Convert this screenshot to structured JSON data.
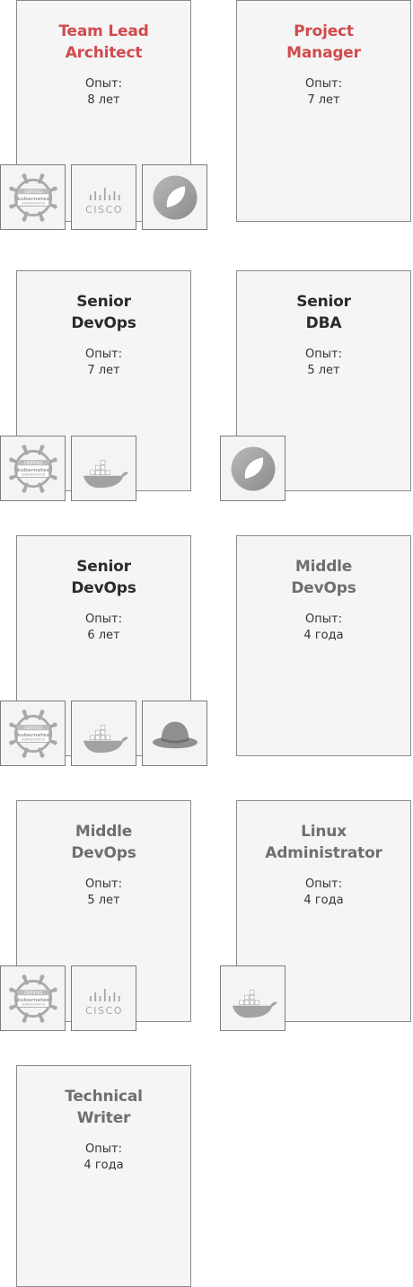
{
  "experience_label": "Опыт:",
  "cards": [
    {
      "title_lines": [
        "Team Lead",
        "Architect"
      ],
      "tone": "red",
      "experience": "8 лет",
      "certs": [
        "kubernetes-icon",
        "cisco-icon",
        "circle-leaf-icon"
      ]
    },
    {
      "title_lines": [
        "Project",
        "Manager"
      ],
      "tone": "red",
      "experience": "7 лет",
      "certs": []
    },
    {
      "title_lines": [
        "Senior",
        "DevOps"
      ],
      "tone": "dark",
      "experience": "7 лет",
      "certs": [
        "kubernetes-icon",
        "docker-icon"
      ]
    },
    {
      "title_lines": [
        "Senior",
        "DBA"
      ],
      "tone": "dark",
      "experience": "5 лет",
      "certs": [
        "circle-leaf-icon"
      ]
    },
    {
      "title_lines": [
        "Senior",
        "DevOps"
      ],
      "tone": "dark",
      "experience": "6 лет",
      "certs": [
        "kubernetes-icon",
        "docker-icon",
        "redhat-icon"
      ]
    },
    {
      "title_lines": [
        "Middle",
        "DevOps"
      ],
      "tone": "gray",
      "experience": "4 года",
      "certs": []
    },
    {
      "title_lines": [
        "Middle",
        "DevOps"
      ],
      "tone": "gray",
      "experience": "5 лет",
      "certs": [
        "kubernetes-icon",
        "cisco-icon"
      ]
    },
    {
      "title_lines": [
        "Linux",
        "Administrator"
      ],
      "tone": "gray",
      "experience": "4 года",
      "certs": [
        "docker-icon"
      ]
    },
    {
      "title_lines": [
        "Technical",
        "Writer"
      ],
      "tone": "gray",
      "experience": "4 года",
      "certs": []
    }
  ],
  "badge_text": {
    "kubernetes": [
      "CERTIFIED",
      "kubernetes",
      "ADMINISTRATOR"
    ],
    "cisco": "CISCO"
  },
  "colors": {
    "title_red": "#d14a4d",
    "title_dark": "#2b2b2b",
    "title_gray": "#6f6f6f",
    "card_bg": "#f5f5f5",
    "border": "#8a8a8a"
  }
}
